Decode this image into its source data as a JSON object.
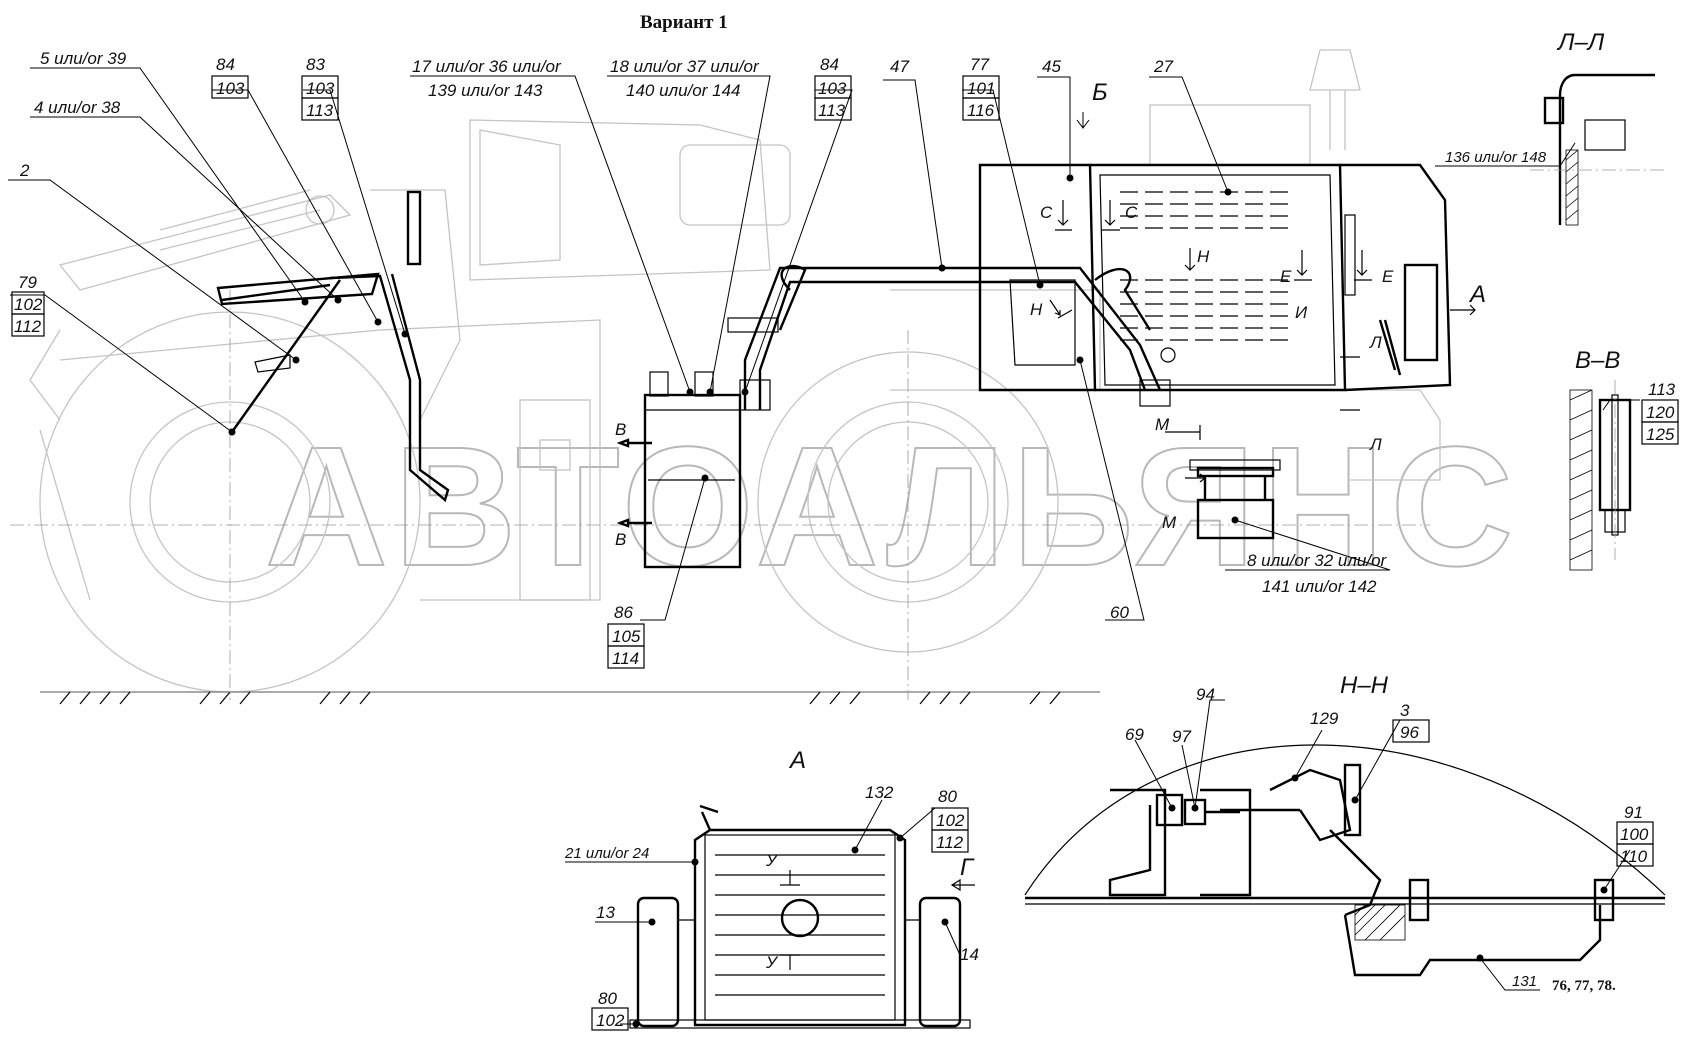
{
  "title": "Вариант 1",
  "watermark": "АВТОАЛЬЯНС",
  "section_labels": {
    "ll": "Л–Л",
    "vv": "В–В",
    "nn": "Н–Н",
    "view_a": "А",
    "b": "Б",
    "a_arrow": "А",
    "c1": "С",
    "c2": "С",
    "e1": "Е",
    "e2": "Е",
    "n1": "Н",
    "n2": "Н",
    "i": "И",
    "l1": "Л",
    "l2": "Л",
    "m1": "М",
    "m2": "М",
    "v1": "В",
    "v2": "В",
    "u1": "У",
    "u2": "У",
    "g": "Г"
  },
  "callouts": {
    "c_5_39": "5 или/or 39",
    "c_4_38": "4 или/or 38",
    "c_2": "2",
    "c_79": "79",
    "c_102a": "102",
    "c_112a": "112",
    "c_84a": "84",
    "c_103a": "103",
    "c_83": "83",
    "c_103b": "103",
    "c_113a": "113",
    "c_17_36": "17 или/or 36 или/or",
    "c_139_143": "139 или/or 143",
    "c_18_37": "18 или/or 37 или/or",
    "c_140_144": "140 или/or 144",
    "c_84b": "84",
    "c_103c": "103",
    "c_113b": "113",
    "c_47": "47",
    "c_77": "77",
    "c_101": "101",
    "c_116": "116",
    "c_45": "45",
    "c_27": "27",
    "c_136_148": "136 или/or 148",
    "c_113c": "113",
    "c_120": "120",
    "c_125": "125",
    "c_8_32": "8 или/or  32  или/or",
    "c_141_142": "141 или/or 142",
    "c_60": "60",
    "c_86": "86",
    "c_105": "105",
    "c_114": "114",
    "c_132": "132",
    "c_80a": "80",
    "c_102b": "102",
    "c_112b": "112",
    "c_21_24": "21 или/or 24",
    "c_13": "13",
    "c_14": "14",
    "c_80b": "80",
    "c_102c": "102",
    "c_69": "69",
    "c_94": "94",
    "c_97": "97",
    "c_129": "129",
    "c_3": "3",
    "c_96": "96",
    "c_91": "91",
    "c_100": "100",
    "c_110": "110",
    "c_131": "131",
    "c_76_78": "76, 77, 78."
  },
  "colors": {
    "line": "#000000",
    "ghost": "#c4c4c4",
    "watermark": "#b8b8b8"
  }
}
